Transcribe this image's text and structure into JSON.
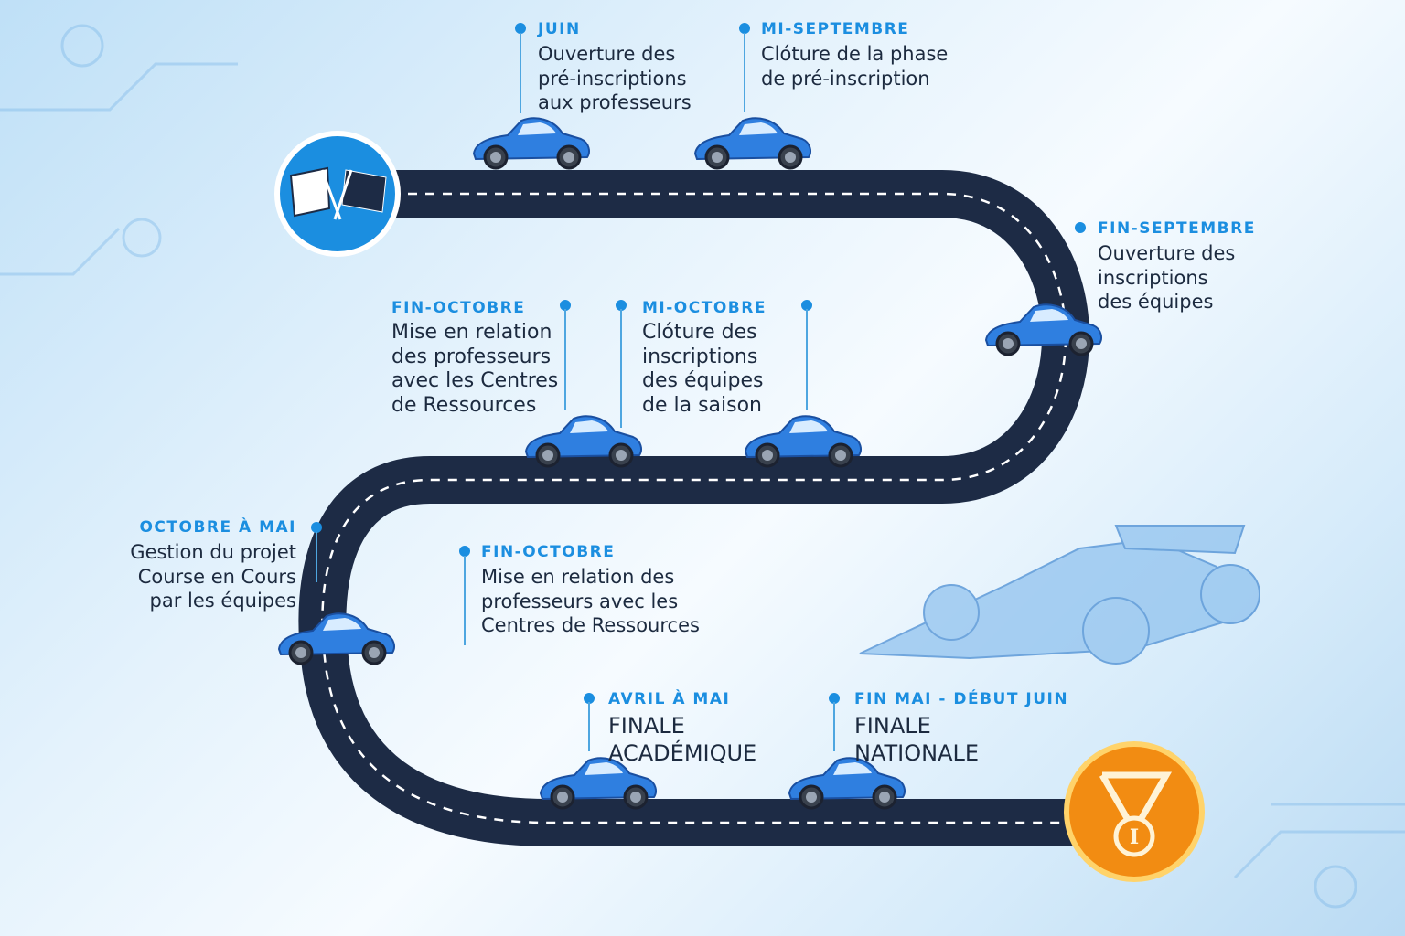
{
  "colors": {
    "accent": "#1b8ee0",
    "road": "#1d2b45",
    "car": "#2f7fe0",
    "medal": "#f28c12"
  },
  "icons": {
    "start": "checkered-flags-icon",
    "finish": "medal-icon",
    "medal_text": "I"
  },
  "events": [
    {
      "label": "JUIN",
      "text": "Ouverture des\npré-inscriptions\naux professeurs"
    },
    {
      "label": "MI-SEPTEMBRE",
      "text": "Clóture de la phase\nde pré-inscription"
    },
    {
      "label": "FIN-SEPTEMBRE",
      "text": "Ouverture des\ninscriptions\ndes équipes"
    },
    {
      "label": "FIN-OCTOBRE",
      "text": "Mise en relation\ndes professeurs\navec les Centres\nde Ressources"
    },
    {
      "label": "MI-OCTOBRE",
      "text": "Clóture des\ninscriptions\ndes équipes\nde la saison"
    },
    {
      "label": "OCTOBRE À MAI",
      "text": "Gestion du projet\nCourse en Cours\npar les équipes"
    },
    {
      "label": "FIN-OCTOBRE",
      "text": "Mise en relation des\nprofesseurs avec les\nCentres de Ressources"
    },
    {
      "label": "AVRIL À MAI",
      "text": "FINALE\nACADÉMIQUE"
    },
    {
      "label": "FIN MAI - DÉBUT JUIN",
      "text": "FINALE\nNATIONALE"
    }
  ]
}
